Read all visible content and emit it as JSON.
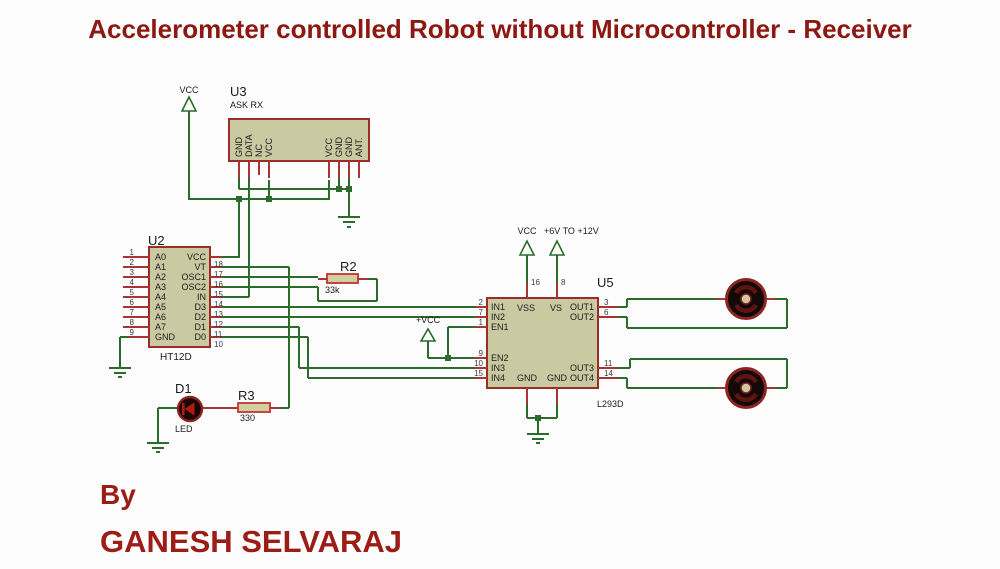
{
  "title": "Accelerometer controlled Robot without Microcontroller - Receiver",
  "byline": {
    "prefix": "By",
    "author": "GANESH SELVARAJ"
  },
  "colors": {
    "wire": "#2b6b2b",
    "pin_stub": "#a83434",
    "component_body": "#c9c9a2",
    "ic_border": "#9b2d28",
    "resistor_border": "#c23230",
    "title_text": "#8d1711"
  },
  "u3": {
    "ref": "U3",
    "value": "ASK RX",
    "pins": [
      "GND",
      "DATA",
      "NC",
      "VCC",
      "VCC",
      "GND",
      "GND",
      "ANT."
    ]
  },
  "u2": {
    "ref": "U2",
    "value": "HT12D",
    "left": [
      {
        "n": "1",
        "l": "A0"
      },
      {
        "n": "2",
        "l": "A1"
      },
      {
        "n": "3",
        "l": "A2"
      },
      {
        "n": "4",
        "l": "A3"
      },
      {
        "n": "5",
        "l": "A4"
      },
      {
        "n": "6",
        "l": "A5"
      },
      {
        "n": "7",
        "l": "A6"
      },
      {
        "n": "8",
        "l": "A7"
      },
      {
        "n": "9",
        "l": "GND"
      }
    ],
    "right": [
      {
        "n": "18",
        "l": "VCC"
      },
      {
        "n": "17",
        "l": "VT"
      },
      {
        "n": "16",
        "l": "OSC1"
      },
      {
        "n": "15",
        "l": "OSC2"
      },
      {
        "n": "14",
        "l": "IN"
      },
      {
        "n": "13",
        "l": "D3"
      },
      {
        "n": "12",
        "l": "D2"
      },
      {
        "n": "11",
        "l": "D1"
      },
      {
        "n": "10",
        "l": "D0"
      }
    ]
  },
  "u5": {
    "ref": "U5",
    "value": "L293D",
    "left": [
      {
        "n": "2",
        "l": "IN1"
      },
      {
        "n": "7",
        "l": "IN2"
      },
      {
        "n": "1",
        "l": "EN1"
      },
      {
        "n": "9",
        "l": "EN2"
      },
      {
        "n": "10",
        "l": "IN3"
      },
      {
        "n": "15",
        "l": "IN4"
      }
    ],
    "right": [
      {
        "n": "3",
        "l": "OUT1"
      },
      {
        "n": "6",
        "l": "OUT2"
      },
      {
        "n": "11",
        "l": "OUT3"
      },
      {
        "n": "14",
        "l": "OUT4"
      }
    ],
    "top": [
      {
        "n": "16",
        "l": "VSS"
      },
      {
        "n": "8",
        "l": "VS"
      }
    ],
    "bottom": [
      "GND",
      "GND"
    ]
  },
  "r2": {
    "ref": "R2",
    "value": "33k"
  },
  "r3": {
    "ref": "R3",
    "value": "330"
  },
  "d1": {
    "ref": "D1",
    "value": "LED"
  },
  "power": {
    "u3_vcc": "VCC",
    "u5_vss": "VCC",
    "u5_vs": "+6V TO +12V",
    "enable": "+VCC"
  }
}
